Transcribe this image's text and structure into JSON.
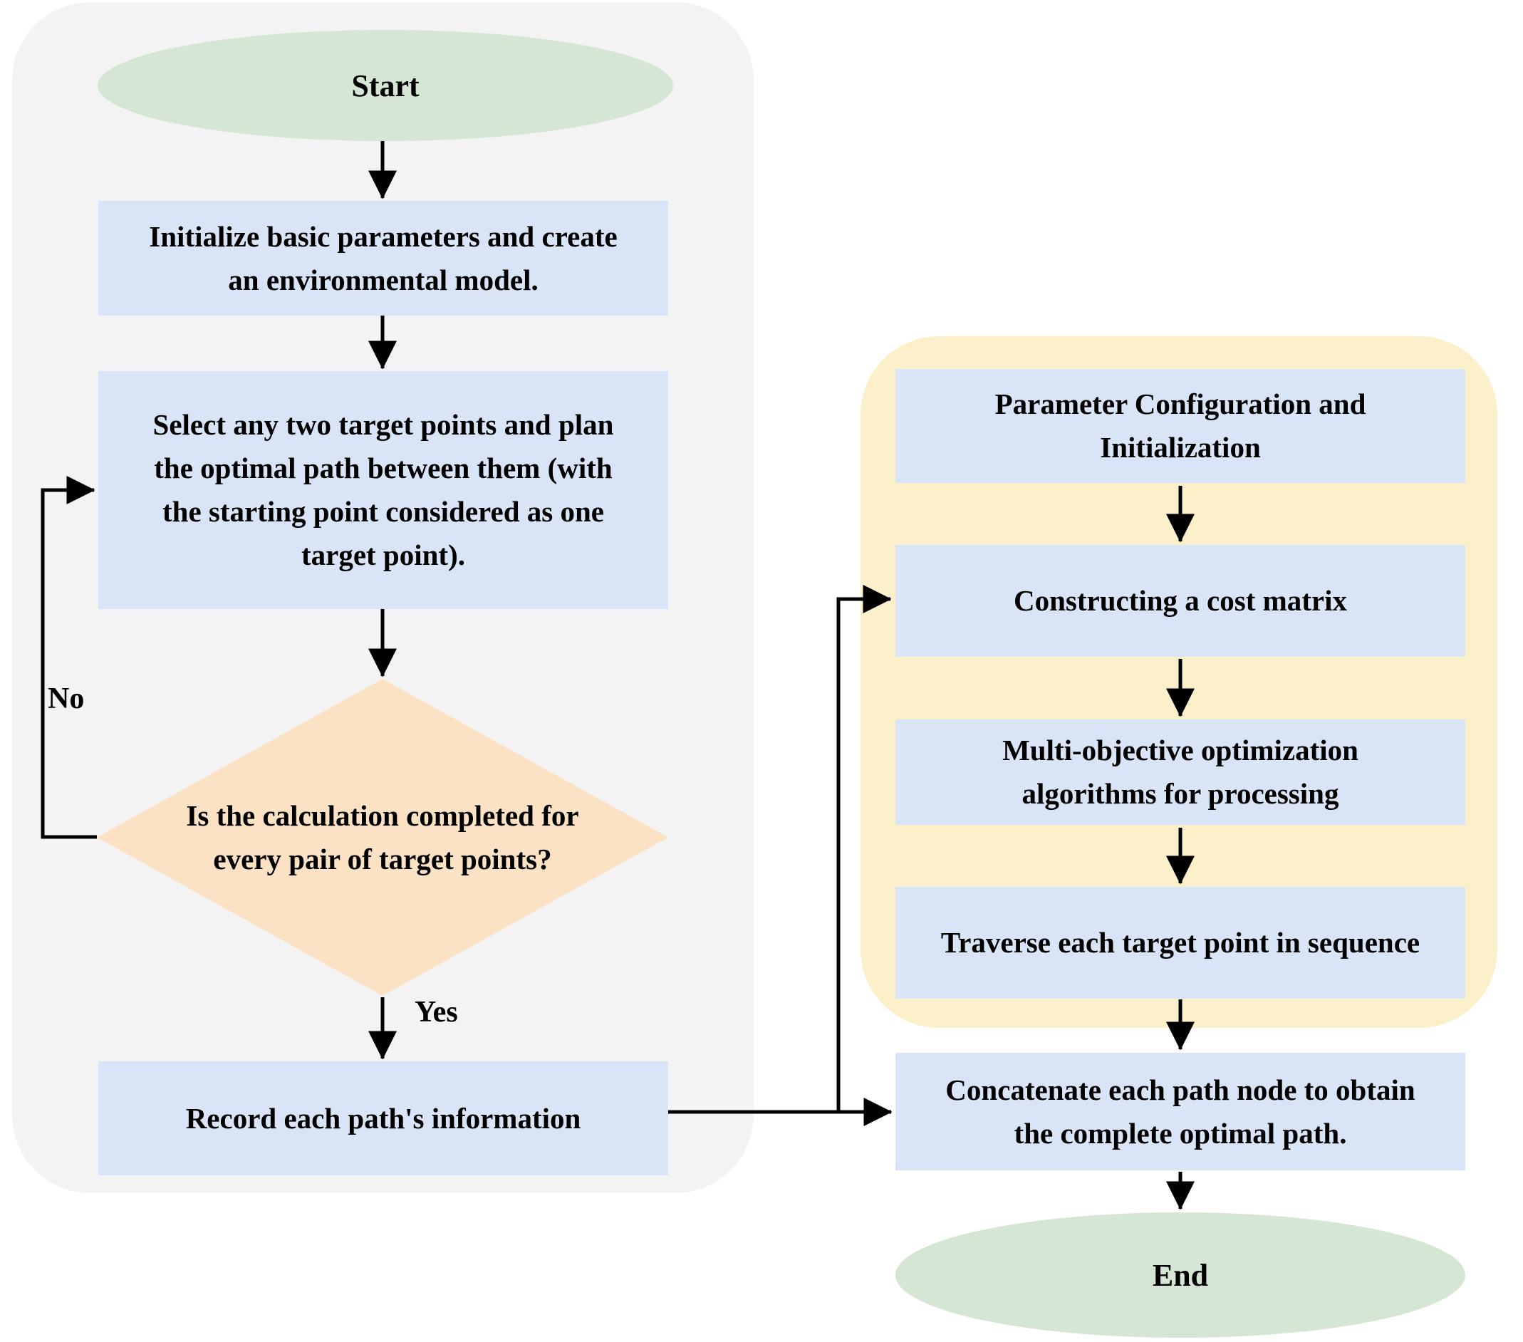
{
  "flowchart": {
    "left_panel": {
      "start": "Start",
      "init": "Initialize basic parameters and create\nan environmental model.",
      "select": "Select any two target points and plan\nthe optimal path between them (with\nthe starting point considered as one\ntarget point).",
      "decision": "Is the calculation completed for\nevery pair of target points?",
      "record": "Record each path's information",
      "no_label": "No",
      "yes_label": "Yes"
    },
    "right_panel": {
      "parameter": "Parameter Configuration and\nInitialization",
      "cost_matrix": "Constructing a cost matrix",
      "multi_objective": "Multi-objective optimization\nalgorithms for processing",
      "traverse": "Traverse each target point in sequence",
      "concatenate": "Concatenate each path node to obtain\nthe complete optimal path.",
      "end": "End"
    },
    "colors": {
      "terminal_fill": "#d5e7d4",
      "process_fill": "#d9e5f6",
      "decision_fill": "#fce2c5",
      "left_panel_fill": "#f3f3f3",
      "right_panel_fill": "#fcf0cb",
      "arrow": "#000000"
    }
  }
}
